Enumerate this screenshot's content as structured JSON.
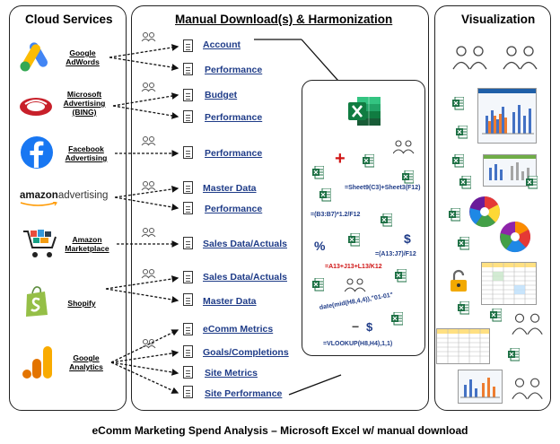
{
  "panels": {
    "left_title": "Cloud Services",
    "middle_title": "Manual Download(s) & Harmonization",
    "right_title": "Visualization"
  },
  "services": [
    {
      "name_line1": "Google",
      "name_line2": "AdWords",
      "name_line3": ""
    },
    {
      "name_line1": "Microsoft",
      "name_line2": "Advertising",
      "name_line3": "(BING)"
    },
    {
      "name_line1": "Facebook",
      "name_line2": "Advertising",
      "name_line3": ""
    },
    {
      "name_line1": "",
      "name_line2": "",
      "name_line3": ""
    },
    {
      "name_line1": "Amazon",
      "name_line2": "Marketplace",
      "name_line3": ""
    },
    {
      "name_line1": "Shopify",
      "name_line2": "",
      "name_line3": ""
    },
    {
      "name_line1": "Google",
      "name_line2": "Analytics",
      "name_line3": ""
    }
  ],
  "amazon_logo": {
    "part1": "amazon",
    "part2": "advertising"
  },
  "downloads": [
    "Account",
    "Performance",
    "Budget",
    "Performance",
    "Performance",
    "Master Data",
    "Performance",
    "Sales Data/Actuals",
    "Sales Data/Actuals",
    "Master Data",
    "eComm Metrics",
    "Goals/Completions",
    "Site Metrics",
    "Site Performance"
  ],
  "formulas": {
    "f1": "=Sheet9(C3)+Sheet3(F12)",
    "f2": "=(B3:B7)*1.2/F12",
    "f3": "=(A13:J7)/F12",
    "f4": "=A13+J13+L13/K12",
    "f5": "date(mid(H8,4,4)),\"01-01\"",
    "f6": "=VLOOKUP(H8,H4),1,1)",
    "pct": "%",
    "dollar": "$",
    "plus": "+",
    "minus": "−"
  },
  "caption": "eComm Marketing Spend Analysis – Microsoft Excel w/ manual download",
  "colors": {
    "excel_green": "#1d7044",
    "link_blue": "#1f3c88",
    "red": "#d01515"
  }
}
